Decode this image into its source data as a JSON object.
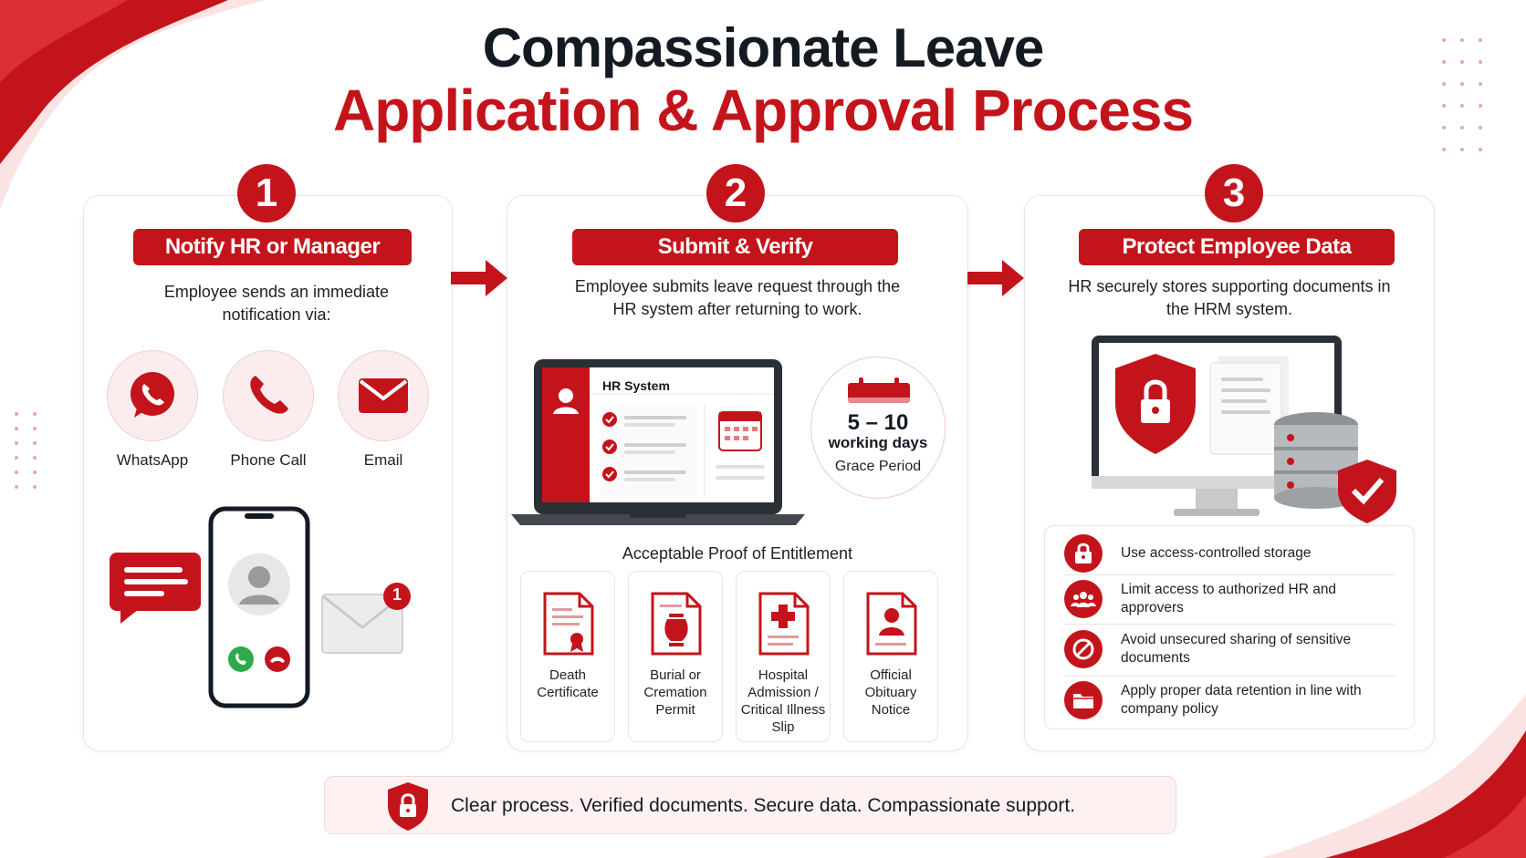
{
  "title": {
    "line1": "Compassionate Leave",
    "line2": "Application & Approval Process"
  },
  "colors": {
    "accent": "#c4141b",
    "dark_text": "#141a22",
    "soft_pink": "#fbeded"
  },
  "steps": [
    {
      "number": "1",
      "heading": "Notify HR or Manager",
      "description": "Employee sends an immediate notification via:",
      "channels": [
        {
          "label": "WhatsApp",
          "icon": "whatsapp-icon"
        },
        {
          "label": "Phone Call",
          "icon": "phone-icon"
        },
        {
          "label": "Email",
          "icon": "email-icon"
        }
      ],
      "illustration": {
        "email_badge": "1"
      }
    },
    {
      "number": "2",
      "heading": "Submit & Verify",
      "description": "Employee submits leave request through the HR system after returning to work.",
      "laptop_title": "HR System",
      "grace": {
        "days": "5 – 10",
        "unit": "working days",
        "label": "Grace Period"
      },
      "proof_title": "Acceptable Proof of Entitlement",
      "proofs": [
        {
          "label": "Death Certificate",
          "icon": "certificate-icon"
        },
        {
          "label": "Burial or Cremation Permit",
          "icon": "urn-document-icon"
        },
        {
          "label": "Hospital Admission / Critical Illness Slip",
          "icon": "medical-document-icon"
        },
        {
          "label": "Official Obituary Notice",
          "icon": "obituary-document-icon"
        }
      ]
    },
    {
      "number": "3",
      "heading": "Protect Employee Data",
      "description": "HR securely stores supporting documents in the HRM system.",
      "practices": [
        {
          "text": "Use access-controlled storage",
          "icon": "lock-icon"
        },
        {
          "text": "Limit access to authorized HR and approvers",
          "icon": "users-icon"
        },
        {
          "text": "Avoid unsecured sharing of sensitive documents",
          "icon": "prohibited-icon"
        },
        {
          "text": "Apply proper data retention in line with company policy",
          "icon": "folder-icon"
        }
      ]
    }
  ],
  "footer": {
    "text": "Clear process. Verified documents. Secure data. Compassionate support.",
    "icon": "shield-lock-icon"
  }
}
